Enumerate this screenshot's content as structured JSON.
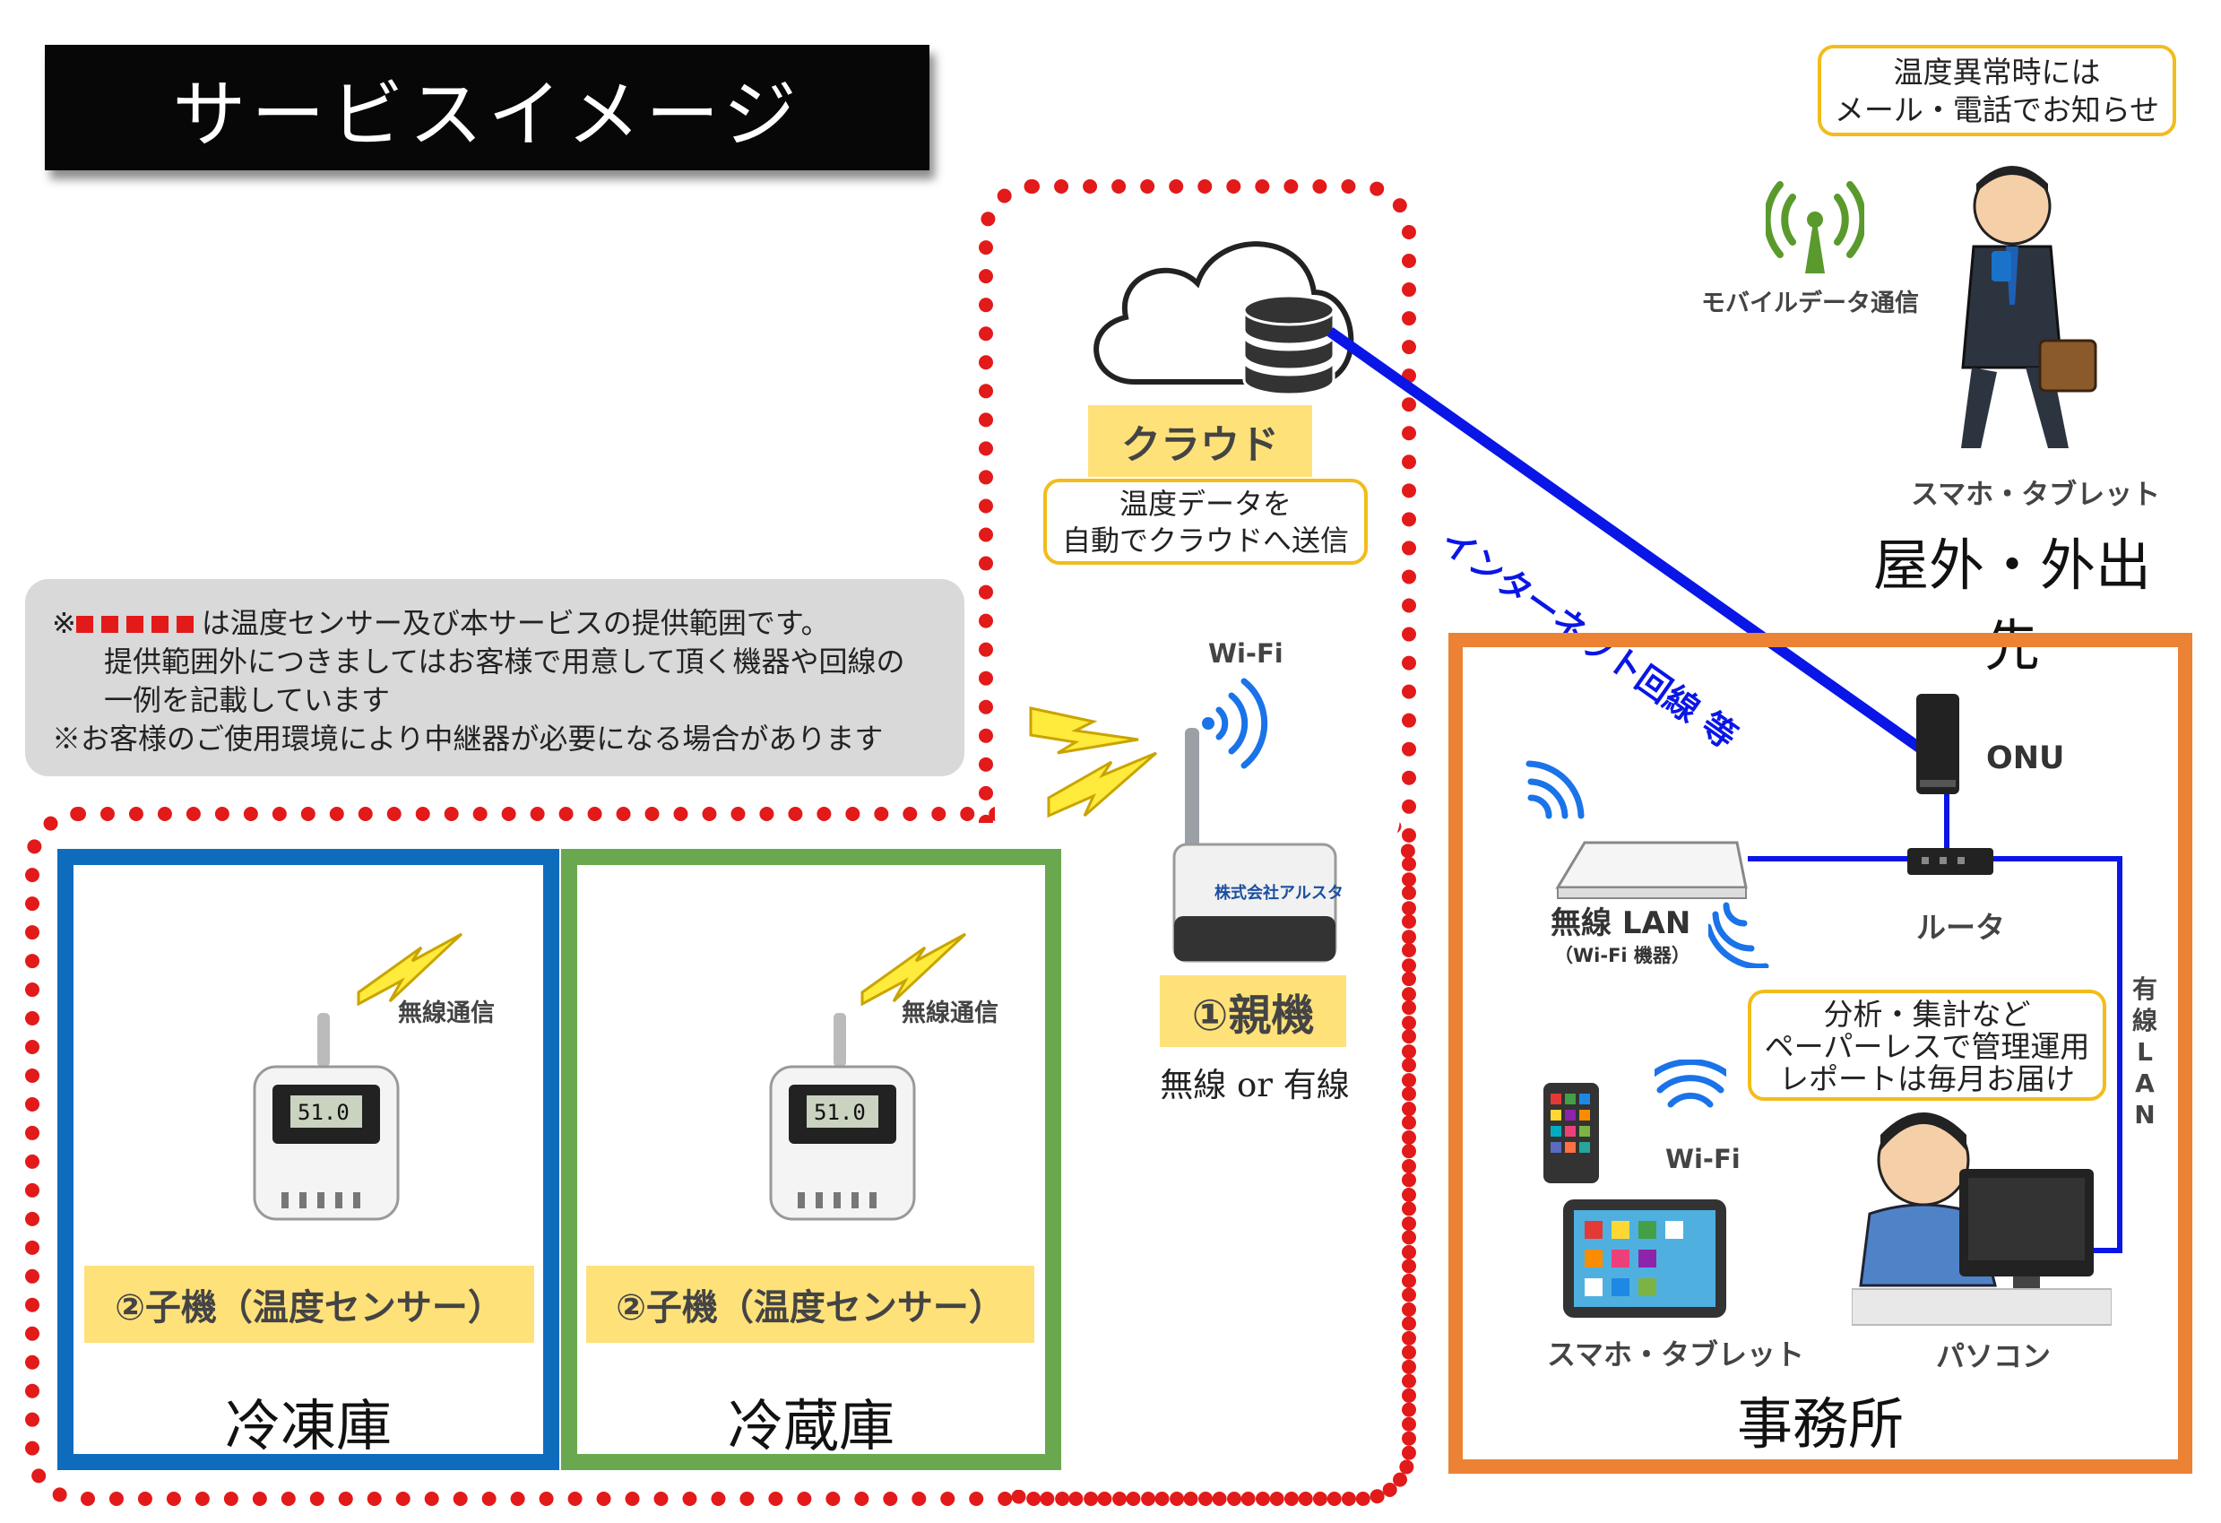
{
  "title": "サービスイメージ",
  "note": {
    "mark": "※",
    "line1_suffix": "は温度センサー及び本サービスの提供範囲です。",
    "line2": "提供範囲外につきましてはお客様で用意して頂く機器や回線の",
    "line3": "一例を記載しています",
    "line4": "※お客様のご使用環境により中継器が必要になる場合があります"
  },
  "cloud": {
    "label": "クラウド",
    "caption_line1": "温度データを",
    "caption_line2": "自動でクラウドへ送信"
  },
  "internet_line": "インターネット回線 等",
  "mobile": {
    "notice_line1": "温度異常時には",
    "notice_line2": "メール・電話でお知らせ",
    "signal_label": "モバイルデータ通信",
    "device_label": "スマホ・タブレット",
    "place_label": "屋外・外出先"
  },
  "parent_unit": {
    "wifi_label": "Wi-Fi",
    "label": "①親機",
    "mode": "無線 or 有線",
    "brand": "株式会社アルスター"
  },
  "child_units": [
    {
      "wireless_label": "無線通信",
      "label": "②子機（温度センサー）",
      "room": "冷凍庫",
      "display": "51.0"
    },
    {
      "wireless_label": "無線通信",
      "label": "②子機（温度センサー）",
      "room": "冷蔵庫",
      "display": "51.0"
    }
  ],
  "office": {
    "onu_label": "ONU",
    "wireless_lan_label": "無線 LAN",
    "wireless_lan_sub": "（Wi-Fi 機器）",
    "router_label": "ルータ",
    "wired_lan_label": "有線LAN",
    "analysis_line1": "分析・集計など",
    "analysis_line2": "ペーパーレスで管理運用",
    "analysis_line3": "レポートは毎月お届け",
    "wifi_label": "Wi-Fi",
    "tablet_label": "スマホ・タブレット",
    "pc_label": "パソコン",
    "room_label": "事務所"
  },
  "colors": {
    "scope_red": "#e21a1a",
    "freezer_blue": "#0f6cbd",
    "fridge_green": "#6aa84f",
    "office_orange": "#ec8234",
    "label_yellow": "#ffe17a",
    "line_blue": "#0a16e6"
  }
}
